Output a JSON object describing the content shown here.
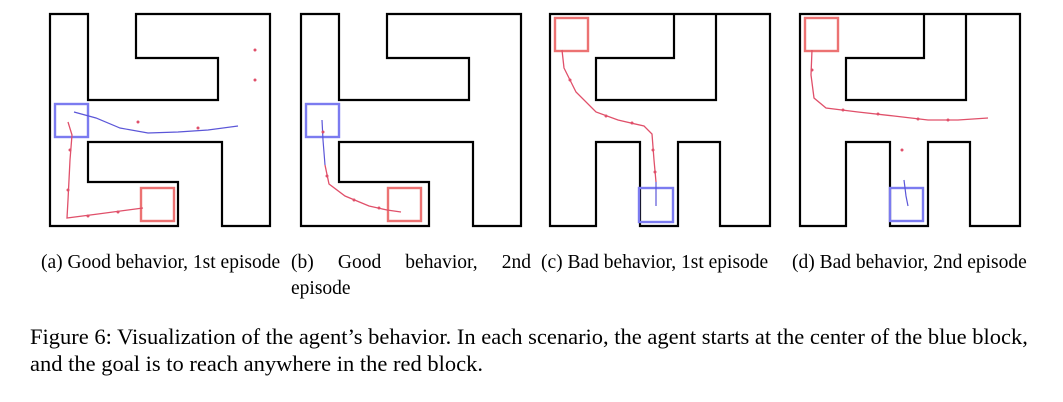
{
  "colors": {
    "wall": "#000000",
    "start": "#7b7bf0",
    "goal": "#ec7272",
    "path_red": "#e0506a",
    "path_blue": "#5b56d8"
  },
  "panels": [
    {
      "subcaption": "(a) Good behavior, 1st episode"
    },
    {
      "subcaption": "(b) Good behavior, 2nd episode"
    },
    {
      "subcaption": "(c) Bad behavior, 1st episode"
    },
    {
      "subcaption": "(d) Bad behavior, 2nd episode"
    }
  ],
  "caption": "Figure 6: Visualization of the agent’s behavior. In each scenario, the agent starts at the center of the blue block, and the goal is to reach anywhere in the red block."
}
